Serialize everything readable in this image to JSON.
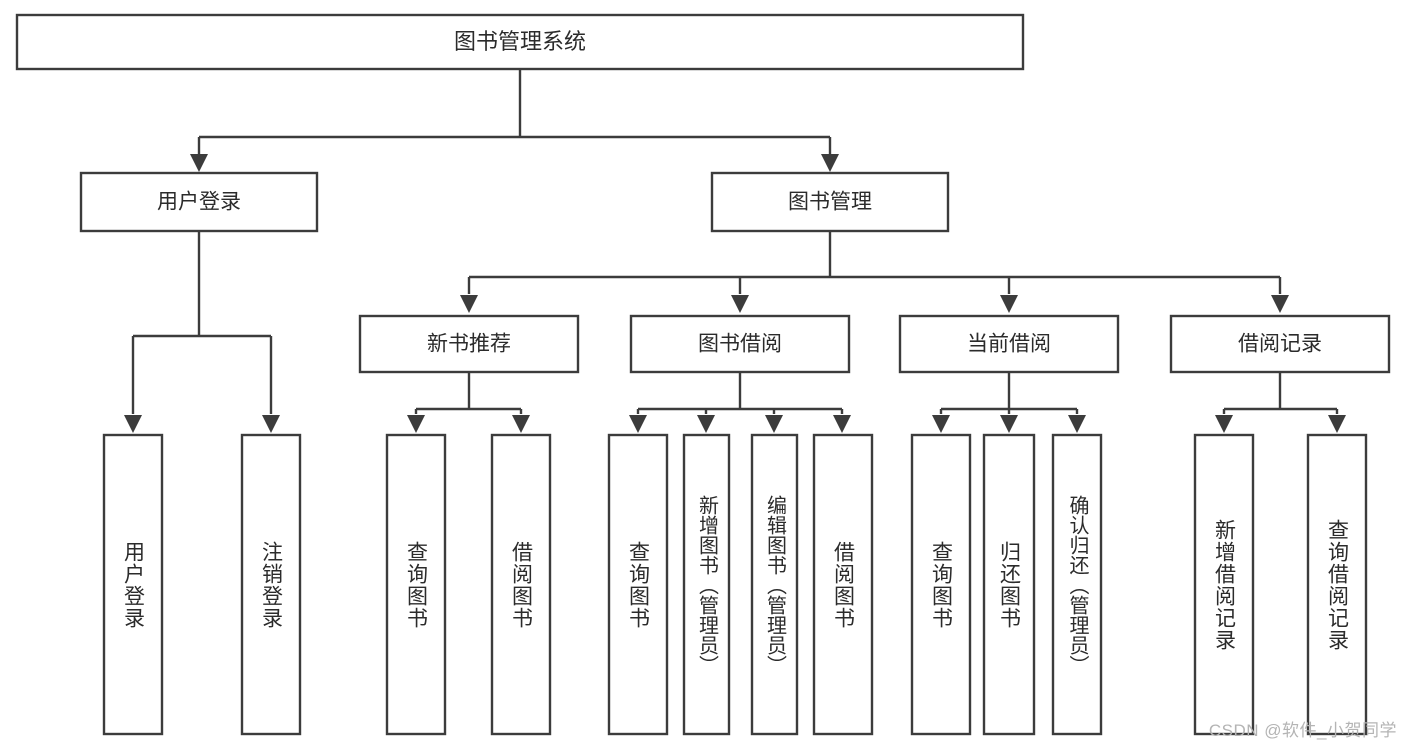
{
  "diagram": {
    "type": "tree-hierarchy-diagram",
    "title": "图书管理系统",
    "orientation": "top-down",
    "levels": 4,
    "colors": {
      "box_stroke": "#3c3c3c",
      "box_fill": "#ffffff",
      "text": "#2b2b2b",
      "background": "#ffffff",
      "watermark": "#b4b4b4"
    }
  },
  "root": {
    "label": "图书管理系统",
    "id": "root-book-management-system"
  },
  "level2": [
    {
      "id": "user-login",
      "label": "用户登录"
    },
    {
      "id": "book-management",
      "label": "图书管理"
    }
  ],
  "level3": [
    {
      "id": "new-book-recommend",
      "label": "新书推荐",
      "parent": "book-management"
    },
    {
      "id": "book-borrow",
      "label": "图书借阅",
      "parent": "book-management"
    },
    {
      "id": "current-borrow",
      "label": "当前借阅",
      "parent": "book-management"
    },
    {
      "id": "borrow-record",
      "label": "借阅记录",
      "parent": "book-management"
    }
  ],
  "leaves": {
    "user_login": [
      {
        "id": "leaf-user-login",
        "label": "用户登录"
      },
      {
        "id": "leaf-logout-login",
        "label": "注销登录"
      }
    ],
    "new_book_recommend": [
      {
        "id": "leaf-query-book-1",
        "label": "查询图书"
      },
      {
        "id": "leaf-borrow-book-1",
        "label": "借阅图书"
      }
    ],
    "book_borrow": [
      {
        "id": "leaf-query-book-2",
        "label": "查询图书"
      },
      {
        "id": "leaf-add-book-admin",
        "label": "新增图书（管理员）"
      },
      {
        "id": "leaf-edit-book-admin",
        "label": "编辑图书（管理员）"
      },
      {
        "id": "leaf-borrow-book-2",
        "label": "借阅图书"
      }
    ],
    "current_borrow": [
      {
        "id": "leaf-query-book-3",
        "label": "查询图书"
      },
      {
        "id": "leaf-return-book",
        "label": "归还图书"
      },
      {
        "id": "leaf-confirm-return-admin",
        "label": "确认归还（管理员）"
      }
    ],
    "borrow_record": [
      {
        "id": "leaf-add-borrow-record",
        "label": "新增借阅记录"
      },
      {
        "id": "leaf-query-borrow-record",
        "label": "查询借阅记录"
      }
    ]
  },
  "watermark": {
    "text": "CSDN @软件_小贺同学"
  }
}
